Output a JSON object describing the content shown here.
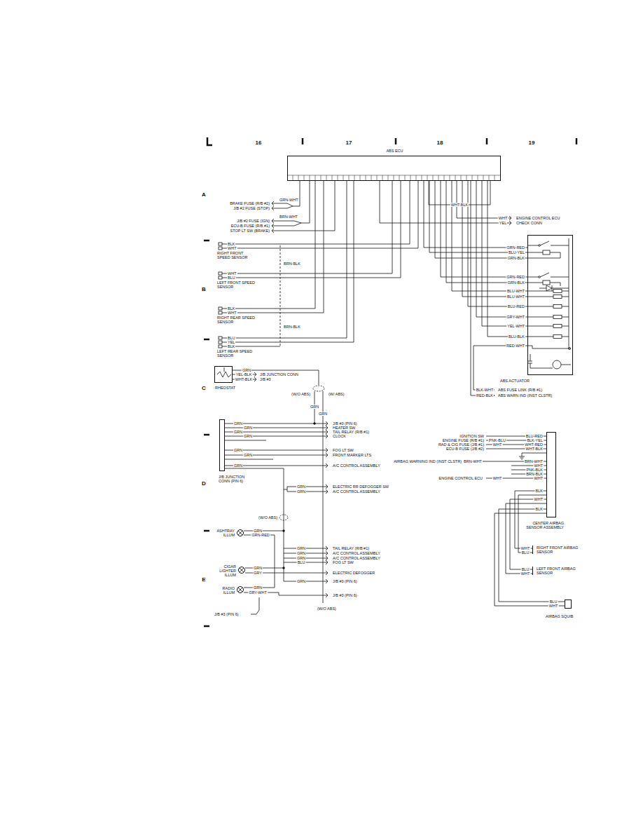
{
  "diagram": {
    "nodes": [
      {
        "text": [
          "ABS ECU"
        ]
      },
      {
        "text": [
          "RIGHT FRONT SPEED SENSOR"
        ]
      },
      {
        "text": [
          "LEFT FRONT SPEED SENSOR"
        ]
      },
      {
        "text": [
          "RIGHT REAR SPEED SENSOR"
        ]
      },
      {
        "text": [
          "LEFT REAR SPEED SENSOR"
        ]
      },
      {
        "text": [
          "ABS ACTUATOR"
        ]
      },
      {
        "text": [
          "RHEOSTAT"
        ]
      },
      {
        "text": [
          "J/B JUNCTION CONN (PIN 6)"
        ]
      },
      {
        "text": [
          "ASHTRAY ILLUM"
        ]
      },
      {
        "text": [
          "CIGAR LIGHTER ILLUM"
        ]
      },
      {
        "text": [
          "RADIO ILLUM"
        ]
      },
      {
        "text": [
          "CENTER AIRBAG SENSOR ASSEMBLY"
        ]
      },
      {
        "text": [
          "RIGHT FRONT AIRBAG SENSOR"
        ]
      },
      {
        "text": [
          "LEFT FRONT AIRBAG SENSOR"
        ]
      },
      {
        "text": [
          "AIRBAG SQUIB"
        ]
      }
    ],
    "edges": [
      {
        "from": 1,
        "to": 0,
        "arrow": "none"
      },
      {
        "from": 2,
        "to": 0,
        "arrow": "none"
      },
      {
        "from": 3,
        "to": 0,
        "arrow": "none"
      },
      {
        "from": 4,
        "to": 0,
        "arrow": "none"
      },
      {
        "from": 0,
        "to": 5,
        "arrow": "none"
      },
      {
        "from": 12,
        "to": 11,
        "arrow": "none"
      },
      {
        "from": 13,
        "to": 11,
        "arrow": "none"
      },
      {
        "from": 14,
        "to": 11,
        "arrow": "none"
      }
    ],
    "labels": [
      "16",
      "17",
      "18",
      "19",
      "A",
      "B",
      "C",
      "D",
      "E",
      "BRAKE FUSE (R/B #2)",
      "J/B #2 FUSE (STOP)",
      "J/B #2 FUSE (IGN)",
      "ECU-B FUSE (R/B #1)",
      "STOP LT SW (BRAKE)",
      "GRN-WHT",
      "BRN-WHT",
      "WHT-BLK",
      "WHT",
      "YEL",
      "ENGINE CONTROL ECU",
      "CHECK CONN",
      "BLK",
      "WHT",
      "WHT",
      "BLU",
      "BLK",
      "WHT",
      "BLU",
      "YEL",
      "BLK",
      "BRN-BLK",
      "BRN-BLK",
      "GRN-RED",
      "BLU-YEL",
      "GRN-BLK",
      "GRN-RED",
      "GRN-BLK",
      "BLU-WHT",
      "BLU-WHT",
      "BLU-RED",
      "GRY-WHT",
      "YEL-WHT",
      "BLU-BLK",
      "RED-WHT",
      "BLK-WHT",
      "RED-BLK",
      "ABS FUSE LINK (R/B #1)",
      "ABS WARN IND (INST CLSTR)",
      "GRN",
      "YEL-BLK",
      "WHT-BLK",
      "J/B JUNCTION CONN",
      "J/B #3",
      "(W/O ABS)",
      "(W/ ABS)",
      "GRN",
      "GRN",
      "GRN",
      "GRN",
      "GRN",
      "GRN",
      "GRN",
      "GRN",
      "GRN",
      "J/B #3 (PIN 6)",
      "HEATER SW",
      "TAIL RELAY (R/B #1)",
      "CLOCK",
      "FOG LT SW",
      "FRONT MARKER LTS",
      "A/C CONTROL ASSEMBLY",
      "GRN",
      "GRN",
      "ELECTRIC RR DEFOGGER SW",
      "A/C CONTROL ASSEMBLY",
      "(W/O ABS)",
      "GRN",
      "GRN-RED",
      "GRN",
      "GRN",
      "GRN",
      "BLU",
      "TAIL RELAY (R/B #1)",
      "A/C CONTROL ASSEMBLY",
      "A/C CONTROL ASSEMBLY",
      "FOG LT SW",
      "GRN",
      "GRY",
      "ELECTRIC DEFOGGER",
      "GRN",
      "J/B #3 (PIN 6)",
      "GRN",
      "GRY-WHT",
      "J/B #3 (PIN 6)",
      "(W/O ABS)",
      "J/B #3 (PIN 6)",
      "IGNITION SW",
      "ENGINE FUSE (R/B #1)",
      "RAD & CIG FUSE (J/B #1)",
      "ECU-B FUSE (J/B #2)",
      "AIRBAG WARNING IND (INST CLSTR)",
      "ENGINE CONTROL ECU",
      "PNK-BLU",
      "WHT",
      "BRN-WHT",
      "WHT",
      "BLU-RED",
      "BLK-YEL",
      "WHT-RED",
      "WHT-BLK",
      "BRN-WHT",
      "WHT",
      "PNK-BLK",
      "BRN-BLK",
      "WHT",
      "BLK",
      "WHT",
      "BLK",
      "WHT",
      "BLU",
      "BLU",
      "WHT",
      "BLU",
      "WHT"
    ]
  }
}
